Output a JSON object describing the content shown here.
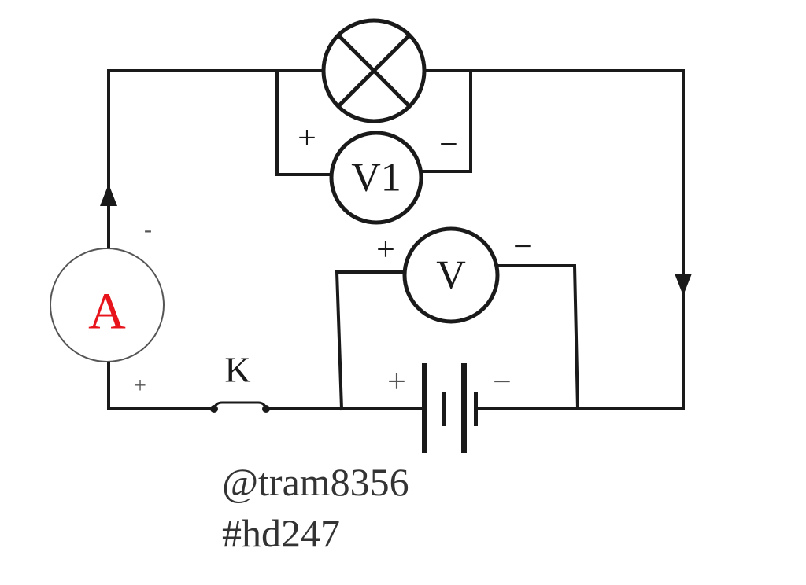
{
  "diagram": {
    "lamp_symbol": "crossed-circle lamp",
    "ammeter": {
      "label": "A",
      "label_color": "#e8141c",
      "pos_sign": "+",
      "neg_sign": "-"
    },
    "voltmeter_v1": {
      "label": "V1",
      "pos_sign": "+",
      "neg_sign": "−"
    },
    "voltmeter_v": {
      "label": "V",
      "pos_sign": "+",
      "neg_sign": "−"
    },
    "switch": {
      "label": "K"
    },
    "battery": {
      "pos_sign": "+",
      "neg_sign": "−"
    },
    "watermark": {
      "line1": "@tram8356",
      "line2": "#hd247"
    }
  }
}
